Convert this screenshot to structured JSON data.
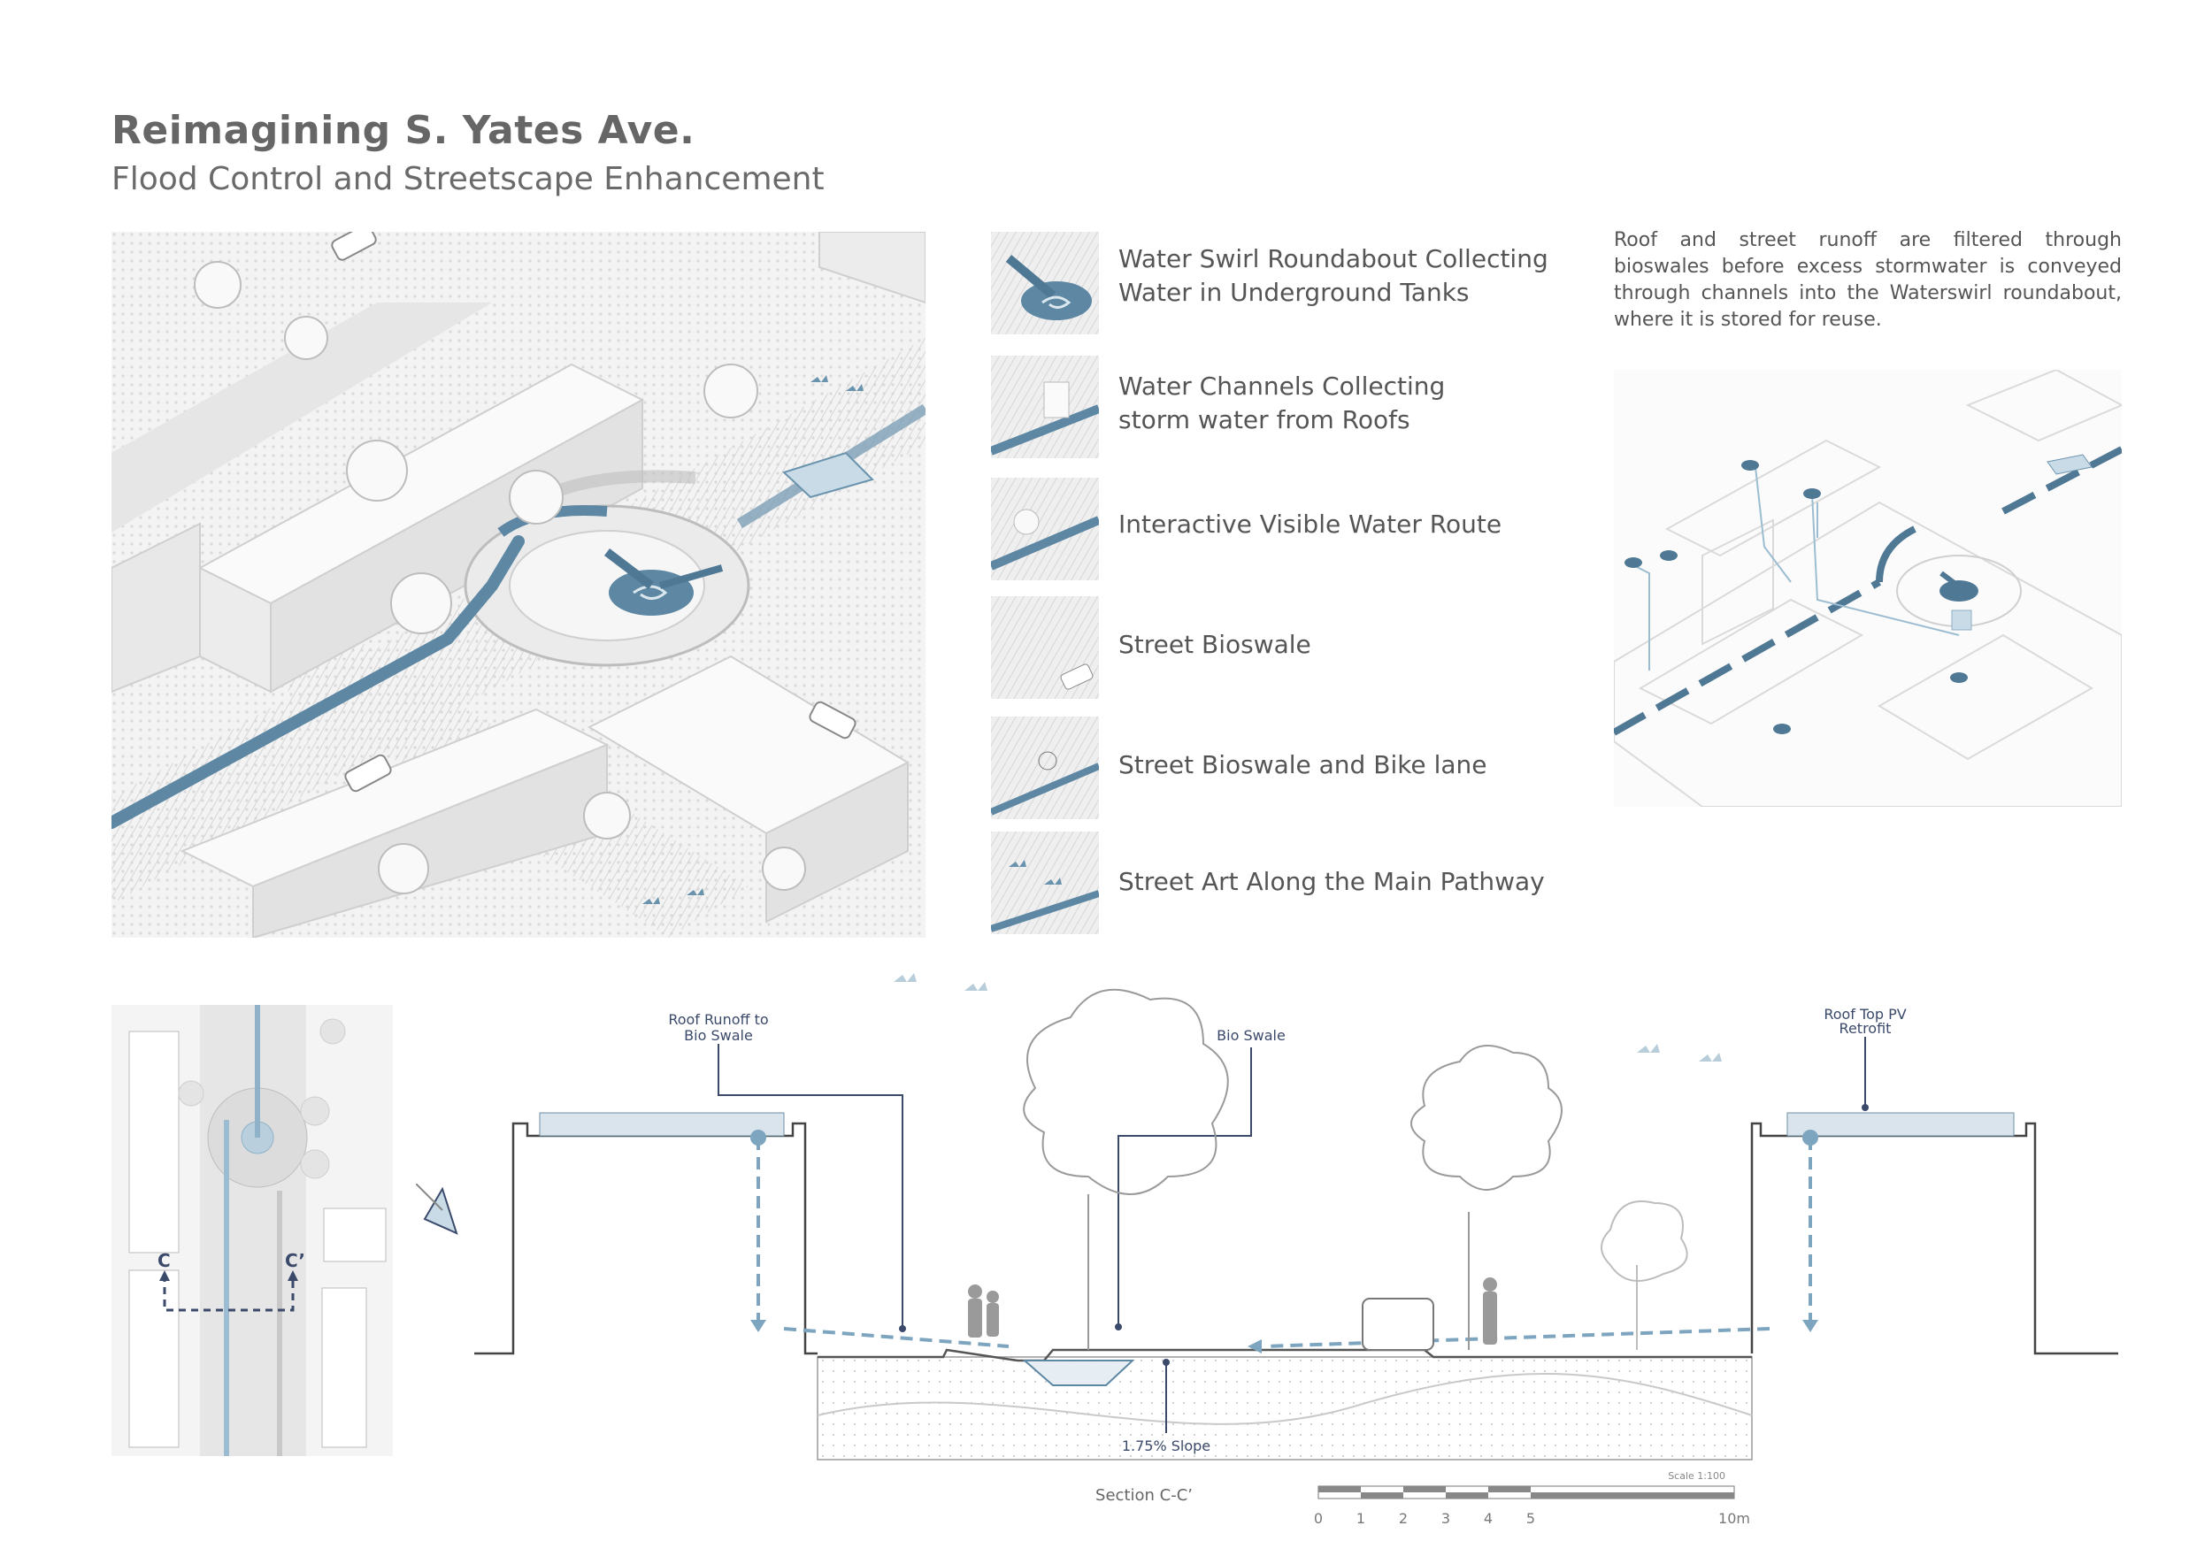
{
  "header": {
    "title": "Reimagining S. Yates Ave.",
    "subtitle": "Flood Control and Streetscape Enhancement"
  },
  "legend": [
    {
      "line1": "Water Swirl Roundabout Collecting",
      "line2": "Water in Underground Tanks"
    },
    {
      "line1": "Water Channels Collecting",
      "line2": "storm water from Roofs"
    },
    {
      "line1": "Interactive Visible Water Route",
      "line2": ""
    },
    {
      "line1": "Street Bioswale",
      "line2": ""
    },
    {
      "line1": "Street Bioswale and Bike lane",
      "line2": ""
    },
    {
      "line1": "Street Art Along the Main Pathway",
      "line2": ""
    }
  ],
  "description": "Roof and street runoff are filtered through bioswales before excess stormwater is conveyed through channels into the Waterswirl roundabout, where it is stored for reuse.",
  "plan": {
    "left_marker": "C",
    "right_marker": "C’"
  },
  "section": {
    "roof_runoff_line1": "Roof Runoff to",
    "roof_runoff_line2": "Bio Swale",
    "bio_swale": "Bio Swale",
    "roof_pv_line1": "Roof Top PV",
    "roof_pv_line2": "Retrofit",
    "slope": "1.75% Slope",
    "scale_ratio": "Scale 1:100",
    "section_label": "Section C-C’",
    "scale_ticks": [
      "0",
      "1",
      "2",
      "3",
      "4",
      "5",
      "10m"
    ]
  },
  "colors": {
    "water": "#5d87a3",
    "water_light": "#8fb2c9",
    "navy": "#3b4a6b",
    "line_grey": "#777777"
  }
}
